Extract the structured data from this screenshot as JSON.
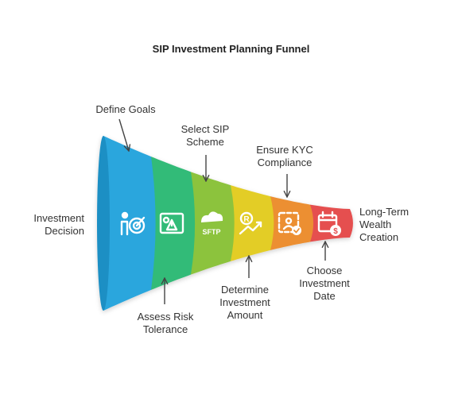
{
  "title": "SIP Investment Planning Funnel",
  "start_label": "Investment\nDecision",
  "end_label": "Long-Term\nWealth\nCreation",
  "stages": [
    {
      "label": "Define Goals",
      "color": "#2aa6dd",
      "icon": "target-goal-icon"
    },
    {
      "label": "Assess Risk\nTolerance",
      "color": "#31bb78",
      "icon": "risk-warning-icon"
    },
    {
      "label": "Select SIP\nScheme",
      "color": "#8cc33e",
      "icon": "sftp-cloud-icon",
      "icon_text": "SFTP"
    },
    {
      "label": "Determine\nInvestment\nAmount",
      "color": "#e3cd25",
      "icon": "rupee-growth-icon",
      "icon_text": "R"
    },
    {
      "label": "Ensure KYC\nCompliance",
      "color": "#ec8f33",
      "icon": "kyc-verified-icon"
    },
    {
      "label": "Choose\nInvestment\nDate",
      "color": "#e54f4f",
      "icon": "calendar-dollar-icon",
      "icon_text": "$"
    }
  ]
}
